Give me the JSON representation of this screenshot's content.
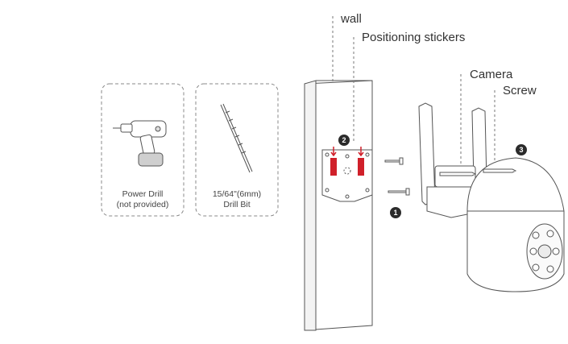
{
  "labels": {
    "wall": "wall",
    "positioning_stickers": "Positioning stickers",
    "camera": "Camera",
    "screw": "Screw"
  },
  "tools": [
    {
      "line1": "Power Drill",
      "line2": "(not provided)"
    },
    {
      "line1": "15/64\"(6mm)",
      "line2": "Drill Bit"
    }
  ],
  "steps": [
    "1",
    "2",
    "3"
  ],
  "colors": {
    "sticker": "#d0202a",
    "line": "#555555",
    "step_badge": "#2b2b2b"
  }
}
